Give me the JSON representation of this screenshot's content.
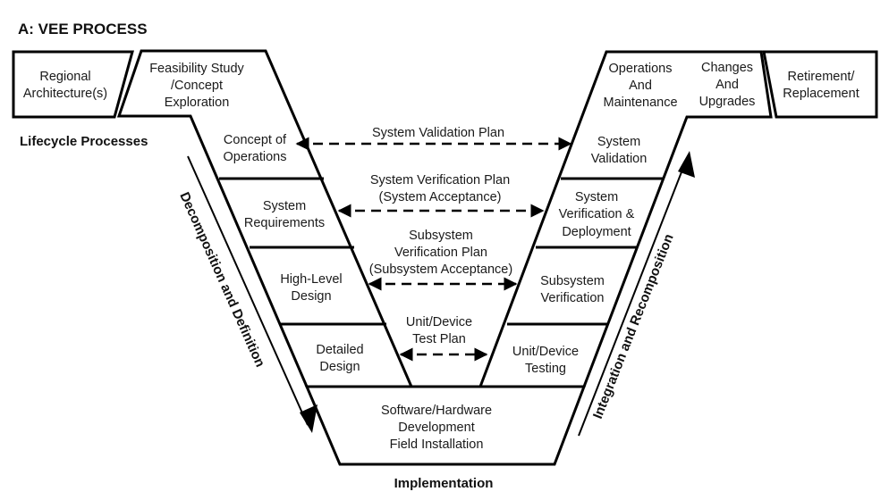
{
  "title": "A: VEE PROCESS",
  "headings": {
    "lifecycle": "Lifecycle Processes",
    "implementation": "Implementation",
    "left_arrow": "Decomposition and Definition",
    "right_arrow": "Integration and Recomposition"
  },
  "top_boxes": {
    "regional": [
      "Regional",
      "Architecture(s)"
    ],
    "feasibility": [
      "Feasibility Study",
      "/Concept",
      "Exploration"
    ],
    "operations": [
      "Operations",
      "And",
      "Maintenance"
    ],
    "changes": [
      "Changes",
      "And",
      "Upgrades"
    ],
    "retirement": [
      "Retirement/",
      "Replacement"
    ]
  },
  "left_stages": [
    {
      "lines": [
        "Concept of",
        "Operations"
      ]
    },
    {
      "lines": [
        "System",
        "Requirements"
      ]
    },
    {
      "lines": [
        "High-Level",
        "Design"
      ]
    },
    {
      "lines": [
        "Detailed",
        "Design"
      ]
    }
  ],
  "right_stages": [
    {
      "lines": [
        "System",
        "Validation"
      ]
    },
    {
      "lines": [
        "System",
        "Verification &",
        "Deployment"
      ]
    },
    {
      "lines": [
        "Subsystem",
        "Verification"
      ]
    },
    {
      "lines": [
        "Unit/Device",
        "Testing"
      ]
    }
  ],
  "bottom_stage": [
    "Software/Hardware",
    "Development",
    "Field Installation"
  ],
  "plans": [
    {
      "lines": [
        "System Validation Plan"
      ]
    },
    {
      "lines": [
        "System Verification Plan",
        "(System Acceptance)"
      ]
    },
    {
      "lines": [
        "Subsystem",
        "Verification Plan",
        "(Subsystem Acceptance)"
      ]
    },
    {
      "lines": [
        "Unit/Device",
        "Test Plan"
      ]
    }
  ]
}
